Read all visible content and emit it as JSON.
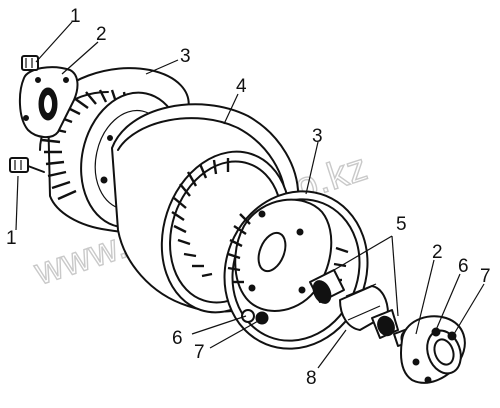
{
  "watermark": "www.sinbron-too.kz",
  "callouts": {
    "c1_top": "1",
    "c2_top": "2",
    "c3_left": "3",
    "c4": "4",
    "c3_right": "3",
    "c1_bottom": "1",
    "c5": "5",
    "c2_right": "2",
    "c6_right": "6",
    "c7_right": "7",
    "c6_left": "6",
    "c7_left": "7",
    "c8": "8"
  }
}
